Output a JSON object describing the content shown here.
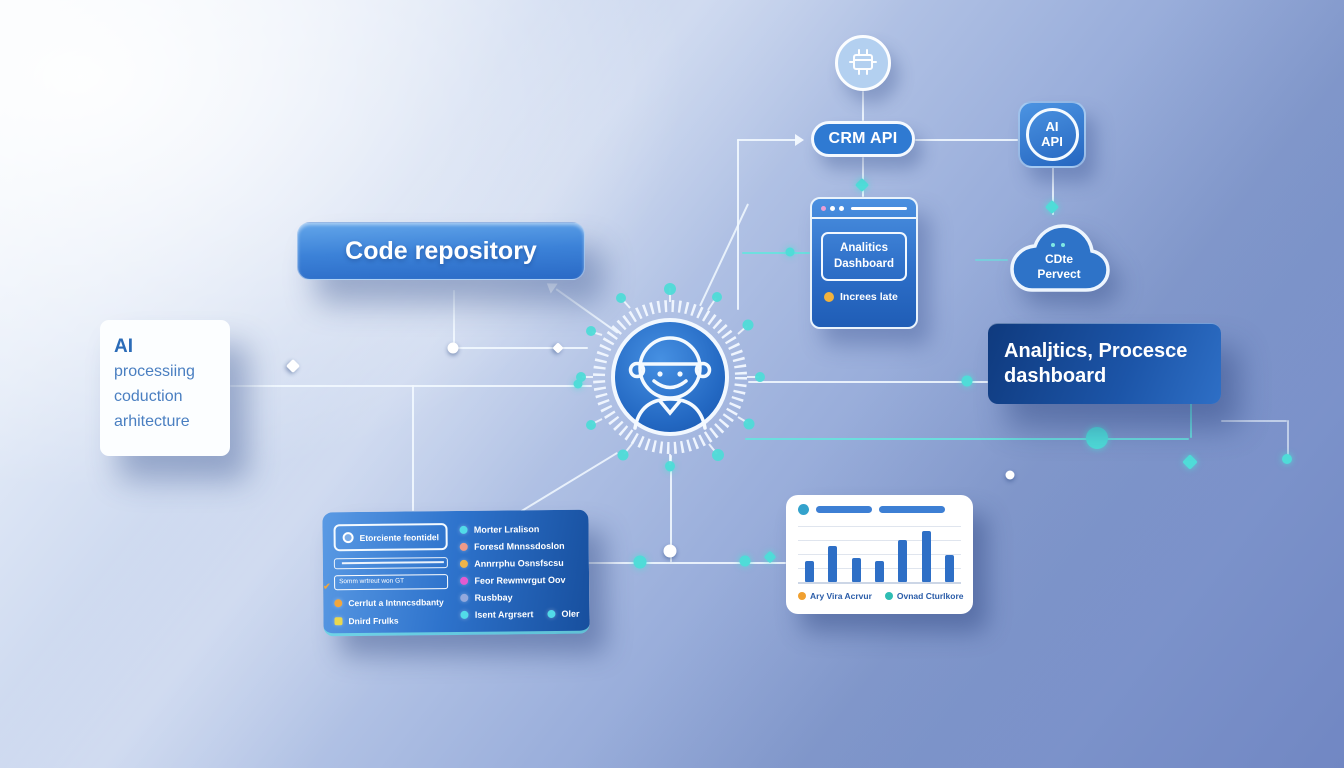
{
  "palette": {
    "accent_teal": "#4fdcd8",
    "accent_orange": "#f0a030",
    "primary_blue": "#2f7ad2",
    "dark_navy": "#123e85"
  },
  "left_card": {
    "title": "AI",
    "lines": [
      "processiing",
      "coduction",
      "arhitecture"
    ]
  },
  "code_repository": {
    "label": "Code repository"
  },
  "crm_api": {
    "label": "CRM API"
  },
  "ai_api": {
    "line1": "AI",
    "line2": "API"
  },
  "browser_window": {
    "title_line1": "Analitics",
    "title_line2": "Dashboard",
    "status_label": "Increes late"
  },
  "cloud_node": {
    "line1": "CDte",
    "line2": "Pervect"
  },
  "dashboard_box": {
    "line1": "Analjtics, Procesce",
    "line2": "dashboard"
  },
  "features_panel": {
    "header_label": "Etorciente feontidel",
    "input_value": "Somm wrtreut won GT",
    "left_items": [
      {
        "label": "Cerrlut a Intnncsdbanty",
        "color": "#f2a63c",
        "shape": "circle"
      },
      {
        "label": "Dnird Frulks",
        "color": "#ead84e",
        "shape": "square"
      }
    ],
    "right_items": [
      {
        "label": "Morter Lralison",
        "color": "#52dbe8"
      },
      {
        "label": "Foresd Mnnssdoslon",
        "color": "#ef9a88"
      },
      {
        "label": "Annrrphu Osnsfscsu",
        "color": "#efb54a"
      },
      {
        "label": "Feor Rewmvrgut Oov",
        "color": "#e35bd0"
      },
      {
        "label": "Rusbbay",
        "color": "#93a9dd"
      }
    ],
    "bottom_items": [
      {
        "label": "Isent Argrsert",
        "color": "#52dbe8"
      },
      {
        "label": "Oler",
        "color": "#52dbe8"
      }
    ]
  },
  "chart_data": {
    "type": "bar",
    "values": [
      35,
      60,
      40,
      35,
      70,
      85,
      45
    ],
    "ylim": [
      0,
      100
    ],
    "grid": true,
    "bar_color": "#2e6fc6",
    "title": "",
    "xlabel": "",
    "ylabel": "",
    "legend_position": "bottom",
    "legend": [
      {
        "label": "Ary Vira Acrvur",
        "color": "#f0a030"
      },
      {
        "label": "Ovnad Cturlkore",
        "color": "#2fbdb3"
      }
    ]
  }
}
